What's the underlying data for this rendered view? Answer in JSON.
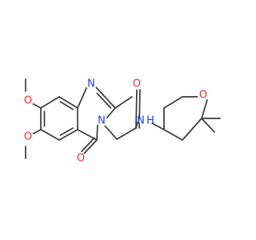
{
  "atoms": {
    "methoxy_o1": {
      "symbol": "O",
      "color": "#ff2a2a"
    },
    "methoxy_o2": {
      "symbol": "O",
      "color": "#ff2a2a"
    },
    "ring_n1": {
      "symbol": "N",
      "color": "#1e3cff"
    },
    "ring_n3": {
      "symbol": "N",
      "color": "#1e3cff"
    },
    "carbonyl_o_ring": {
      "symbol": "O",
      "color": "#ff2a2a"
    },
    "carbonyl_o_amide": {
      "symbol": "O",
      "color": "#ff2a2a"
    },
    "amide_n": {
      "symbol": "N",
      "color": "#1e3cff"
    },
    "amide_h": {
      "symbol": "H",
      "color": "#1e3cff"
    },
    "oxane_o": {
      "symbol": "O",
      "color": "#ff2a2a"
    }
  },
  "colors": {
    "bond": "#3a3a3a",
    "oxygen": "#ff2a2a",
    "nitrogen": "#1e3cff",
    "background": "#ffffff"
  }
}
